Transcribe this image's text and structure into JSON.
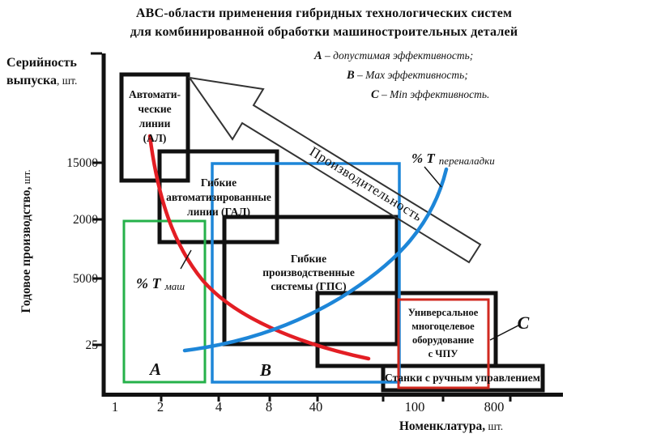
{
  "title": {
    "line1": "АВС-области  применения гибридных технологических систем",
    "line2": "для комбинированной обработки машиностроительных деталей"
  },
  "legend": {
    "items": [
      {
        "letter": "А",
        "rest": " – допустимая эффективность;"
      },
      {
        "letter": "В",
        "rest": " –  Max  эффективность;"
      },
      {
        "letter": "С",
        "rest": " –   Min  эффективность."
      }
    ]
  },
  "y_axis": {
    "header_line1": "Серийность",
    "header_line2_bold": "выпуска",
    "header_line2_unit": ", шт.",
    "rotated_bold": "Годовое  производство,",
    "rotated_unit": "  шт.",
    "ticks": [
      "15000",
      "2000",
      "5000",
      "25"
    ]
  },
  "x_axis": {
    "ticks": [
      "1",
      "2",
      "4",
      "8",
      "40",
      "100",
      "800"
    ],
    "label_bold": "Номенклатура,",
    "label_unit": " шт."
  },
  "boxes": {
    "al": {
      "l1": "Автомати-",
      "l2": "ческие",
      "l3": "линии",
      "l4": "(АЛ)"
    },
    "gal": {
      "l1": "Гибкие",
      "l2": "автоматизированные",
      "l3": "линии (ГАЛ)"
    },
    "gps": {
      "l1": "Гибкие",
      "l2": "производственные",
      "l3": "системы (ГПС)"
    },
    "cnc": {
      "l1": "Универсальное",
      "l2": "многоцелевое",
      "l3": "оборудование",
      "l4": "с  ЧПУ"
    },
    "manual": {
      "label": "Станки с ручным управлением"
    }
  },
  "regions": {
    "a": "А",
    "b": "В",
    "c": "С"
  },
  "curves": {
    "mash_prefix": "% Т",
    "mash_sub": "маш",
    "pere_prefix": "% Т",
    "pere_sub": "переналадки",
    "productivity": "Производительность"
  },
  "colors": {
    "red": "#e31e24",
    "blue": "#1d86d8",
    "green": "#25b14a",
    "red_box": "#d02920",
    "cnc_text": "#8b2320",
    "arrow": "#333333"
  },
  "chart_data": {
    "type": "line",
    "title": "АВС-области применения гибридных технологических систем для комбинированной обработки машиностроительных деталей",
    "xlabel": "Номенклатура, шт.",
    "ylabel": "Годовое производство, шт. / Серийность выпуска, шт.",
    "x_tick_labels": [
      "1",
      "2",
      "4",
      "8",
      "40",
      "100",
      "800"
    ],
    "y_tick_labels": [
      "15000",
      "2000",
      "5000",
      "25"
    ],
    "grid": false,
    "legend_position": "top-right",
    "series": [
      {
        "name": "% Т маш",
        "color": "#e31e24",
        "trend": "убывающая",
        "approx_points_ticks": [
          [
            2,
            15000
          ],
          [
            4,
            2000
          ],
          [
            8,
            5000
          ],
          [
            40,
            25
          ]
        ]
      },
      {
        "name": "% Т переналадки",
        "color": "#1d86d8",
        "trend": "возрастающая",
        "approx_points_ticks": [
          [
            3,
            25
          ],
          [
            40,
            5000
          ],
          [
            100,
            15000
          ]
        ]
      }
    ],
    "regions": [
      {
        "label": "А",
        "meaning": "допустимая эффективность",
        "border_color": "#25b14a"
      },
      {
        "label": "В",
        "meaning": "Max эффективность",
        "border_color": "#1d86d8"
      },
      {
        "label": "С",
        "meaning": "Min эффективность",
        "border_color": "#d02920"
      }
    ],
    "annotations": [
      "Автоматические линии (АЛ)",
      "Гибкие автоматизированные линии (ГАЛ)",
      "Гибкие производственные системы (ГПС)",
      "Универсальное многоцелевое оборудование с ЧПУ",
      "Станки с ручным управлением",
      "Производительность"
    ]
  }
}
